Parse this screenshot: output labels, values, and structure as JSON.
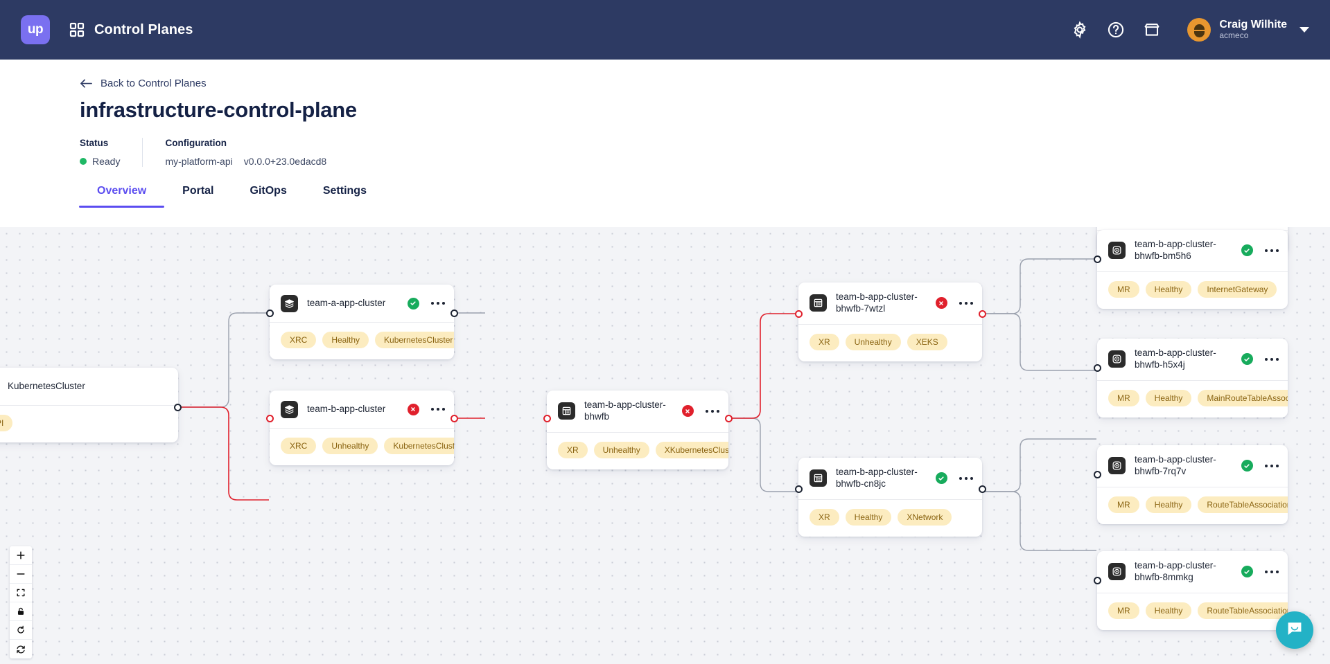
{
  "topnav": {
    "brand": "up",
    "app_title": "Control Planes",
    "icons": [
      "gear-icon",
      "help-icon",
      "marketplace-icon"
    ],
    "user": {
      "name": "Craig Wilhite",
      "org": "acmeco"
    },
    "bg_color": "#2d3a63",
    "brand_color": "#7a70f0"
  },
  "header": {
    "back_label": "Back to Control Planes",
    "title": "infrastructure-control-plane",
    "status_label": "Status",
    "status_value": "Ready",
    "status_color": "#1fb865",
    "configuration_label": "Configuration",
    "configuration_name": "my-platform-api",
    "configuration_version": "v0.0.0+23.0edacd8"
  },
  "tabs": [
    {
      "label": "Overview",
      "active": true
    },
    {
      "label": "Portal",
      "active": false
    },
    {
      "label": "GitOps",
      "active": false
    },
    {
      "label": "Settings",
      "active": false
    }
  ],
  "canvas": {
    "background": "#f3f4f7",
    "edge_color_healthy": "#9aa0ad",
    "edge_color_unhealthy": "#e0202c"
  },
  "nodes": [
    {
      "id": "kubernetes-cluster",
      "title": "KubernetesCluster",
      "icon": "kubernetes-icon",
      "status": "none",
      "tags": [
        "API"
      ]
    },
    {
      "id": "team-a-app-cluster",
      "title": "team-a-app-cluster",
      "icon": "layers-icon",
      "status": "healthy",
      "tags": [
        "XRC",
        "Healthy",
        "KubernetesCluster"
      ]
    },
    {
      "id": "team-b-app-cluster",
      "title": "team-b-app-cluster",
      "icon": "layers-icon",
      "status": "unhealthy",
      "tags": [
        "XRC",
        "Unhealthy",
        "KubernetesCluster"
      ]
    },
    {
      "id": "team-b-app-cluster-bhwfb",
      "title": "team-b-app-cluster-bhwfb",
      "icon": "grid-list-icon",
      "status": "unhealthy",
      "tags": [
        "XR",
        "Unhealthy",
        "XKubernetesCluster"
      ]
    },
    {
      "id": "team-b-app-cluster-bhwfb-7wtzl",
      "title": "team-b-app-cluster-bhwfb-7wtzl",
      "icon": "grid-list-icon",
      "status": "unhealthy",
      "tags": [
        "XR",
        "Unhealthy",
        "XEKS"
      ]
    },
    {
      "id": "team-b-app-cluster-bhwfb-cn8jc",
      "title": "team-b-app-cluster-bhwfb-cn8jc",
      "icon": "grid-list-icon",
      "status": "healthy",
      "tags": [
        "XR",
        "Healthy",
        "XNetwork"
      ]
    },
    {
      "id": "team-b-app-cluster-bhwfb-bm5h6",
      "title": "team-b-app-cluster-bhwfb-bm5h6",
      "icon": "target-icon",
      "status": "healthy",
      "tags": [
        "MR",
        "Healthy",
        "InternetGateway"
      ]
    },
    {
      "id": "team-b-app-cluster-bhwfb-h5x4j",
      "title": "team-b-app-cluster-bhwfb-h5x4j",
      "icon": "target-icon",
      "status": "healthy",
      "tags": [
        "MR",
        "Healthy",
        "MainRouteTableAssociation"
      ]
    },
    {
      "id": "team-b-app-cluster-bhwfb-7rq7v",
      "title": "team-b-app-cluster-bhwfb-7rq7v",
      "icon": "target-icon",
      "status": "healthy",
      "tags": [
        "MR",
        "Healthy",
        "RouteTableAssociation"
      ]
    },
    {
      "id": "team-b-app-cluster-bhwfb-8mmkg",
      "title": "team-b-app-cluster-bhwfb-8mmkg",
      "icon": "target-icon",
      "status": "healthy",
      "tags": [
        "MR",
        "Healthy",
        "RouteTableAssociation"
      ]
    }
  ],
  "zoom_controls": [
    "zoom-in-icon",
    "zoom-out-icon",
    "fit-view-icon",
    "lock-icon",
    "refresh-icon",
    "sync-icon"
  ],
  "chat": {
    "icon": "chat-bubble-icon",
    "color": "#23b2c6"
  }
}
